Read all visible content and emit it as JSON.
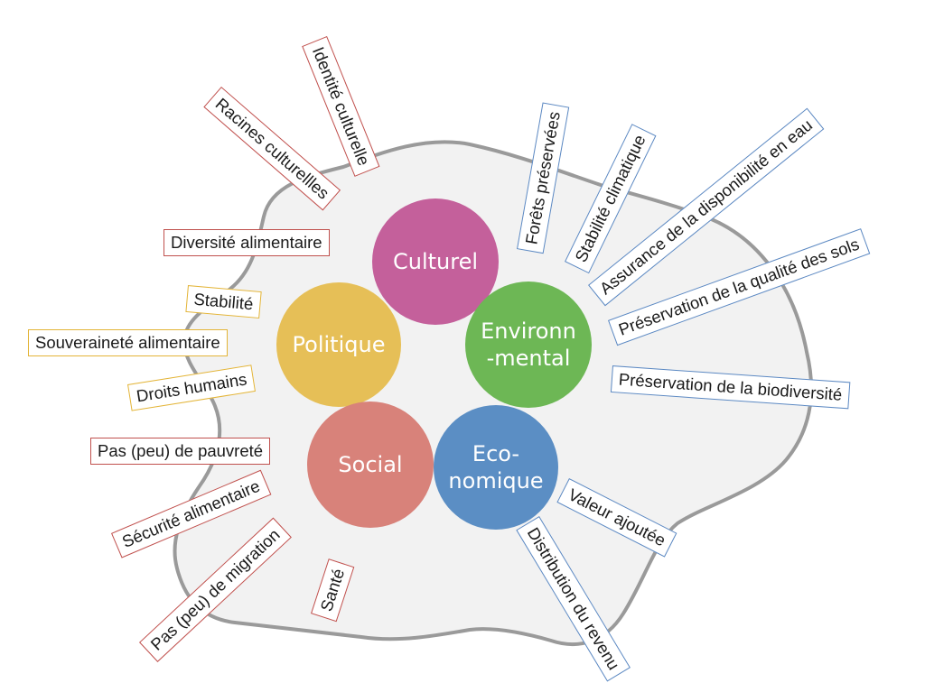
{
  "colors": {
    "blob_fill": "#f2f2f2",
    "blob_stroke": "#9a9a9a",
    "culturel": "#c4609b",
    "politique": "#e6bf57",
    "environnemental": "#6db755",
    "economique": "#5b8ec4",
    "social": "#d8827a",
    "border_red": "#c0504d",
    "border_yellow": "#e3b437",
    "border_blue": "#5b88c2"
  },
  "pillars": {
    "culturel": "Culturel",
    "politique": "Politique",
    "environnemental": "Environn\n-mental",
    "economique": "Eco-\nnomique",
    "social": "Social"
  },
  "labels": {
    "identite_culturelle": "Identité culturelle",
    "racines_culturelles": "Racines culturellles",
    "diversite_alimentaire": "Diversité alimentaire",
    "stabilite": "Stabilité",
    "souverainete_alimentaire": "Souveraineté alimentaire",
    "droits_humains": "Droits humains",
    "pas_peu_de_pauvrete": "Pas (peu) de pauvreté",
    "securite_alimentaire": "Sécurité alimentaire",
    "pas_peu_de_migration": "Pas (peu) de migration",
    "sante": "Santé",
    "forets_preservees": "Forêts préservées",
    "stabilite_climatique": "Stabilité climatique",
    "assurance_eau": "Assurance de la disponibilité en eau",
    "preservation_sols": "Préservation de la qualité des sols",
    "preservation_biodiversite": "Préservation de la biodiversité",
    "valeur_ajoutee": "Valeur ajoutée",
    "distribution_revenu": "Distribution du revenu"
  }
}
